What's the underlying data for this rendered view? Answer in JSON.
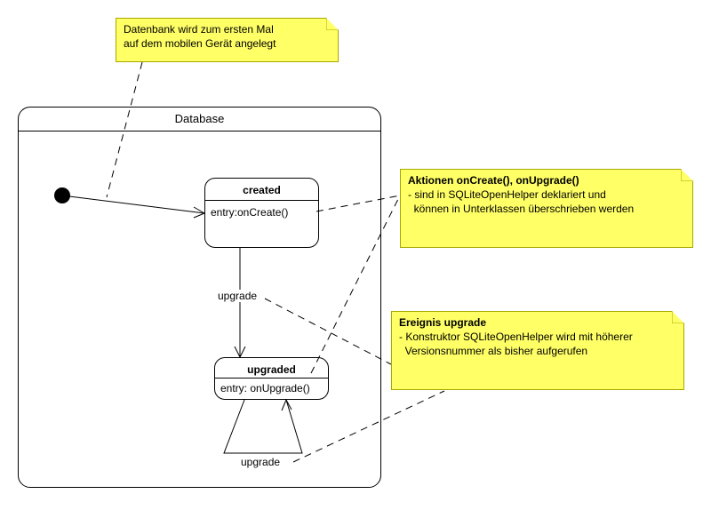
{
  "note_top": {
    "lines": [
      "Datenbank wird zum ersten Mal",
      "auf dem mobilen Gerät angelegt"
    ]
  },
  "note_actions": {
    "heading": "Aktionen onCreate(), onUpgrade()",
    "lines": [
      "- sind in SQLiteOpenHelper deklariert und",
      "  können in Unterklassen überschrieben werden"
    ]
  },
  "note_event": {
    "heading": "Ereignis upgrade",
    "lines": [
      "- Konstruktor SQLiteOpenHelper wird mit höherer",
      "  Versionsnummer als bisher aufgerufen"
    ]
  },
  "container": {
    "title": "Database"
  },
  "state_created": {
    "name": "created",
    "entry": "entry:onCreate()"
  },
  "state_upgraded": {
    "name": "upgraded",
    "entry": "entry: onUpgrade()"
  },
  "transitions": {
    "upgrade_label": "upgrade",
    "self_upgrade_label": "upgrade"
  },
  "colors": {
    "note_fill": "#ffff66",
    "note_border": "#a8a800"
  }
}
